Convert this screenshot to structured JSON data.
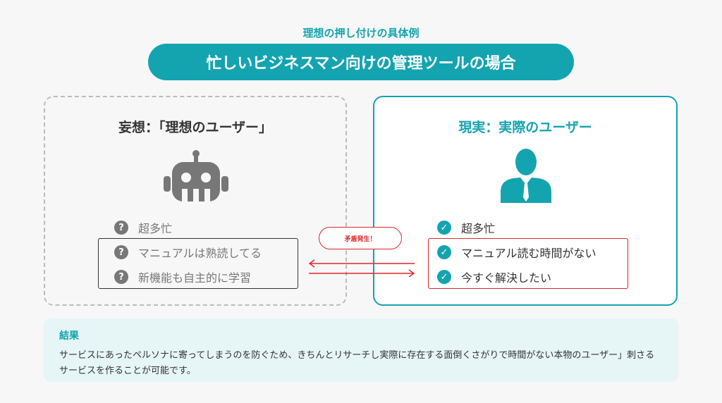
{
  "header": {
    "subtitle": "理想の押し付けの具体例",
    "title": "忙しいビジネスマン向けの管理ツールの場合"
  },
  "left_panel": {
    "heading": "妄想：「理想のユーザー」",
    "icon": "robot-icon",
    "items": [
      {
        "label": "超多忙",
        "icon": "question-icon"
      },
      {
        "label": "マニュアルは熟読してる",
        "icon": "question-icon"
      },
      {
        "label": "新機能も自主的に学習",
        "icon": "question-icon"
      }
    ]
  },
  "right_panel": {
    "heading": "現実：実際のユーザー",
    "icon": "business-person-icon",
    "items": [
      {
        "label": "超多忙",
        "icon": "check-icon"
      },
      {
        "label": "マニュアル読む時間がない",
        "icon": "check-icon"
      },
      {
        "label": "今すぐ解決したい",
        "icon": "check-icon"
      }
    ]
  },
  "conflict_label": "矛盾発生！",
  "result": {
    "title": "結果",
    "body": "サービスにあったペルソナに寄ってしまうのを防ぐため、きちんとリサーチし実際に存在する面倒くさがりで時間がない本物のユーザー」刺さるサービスを作ることが可能です。"
  },
  "colors": {
    "accent": "#13a4b0",
    "alert": "#e0262b",
    "muted": "#777777"
  }
}
